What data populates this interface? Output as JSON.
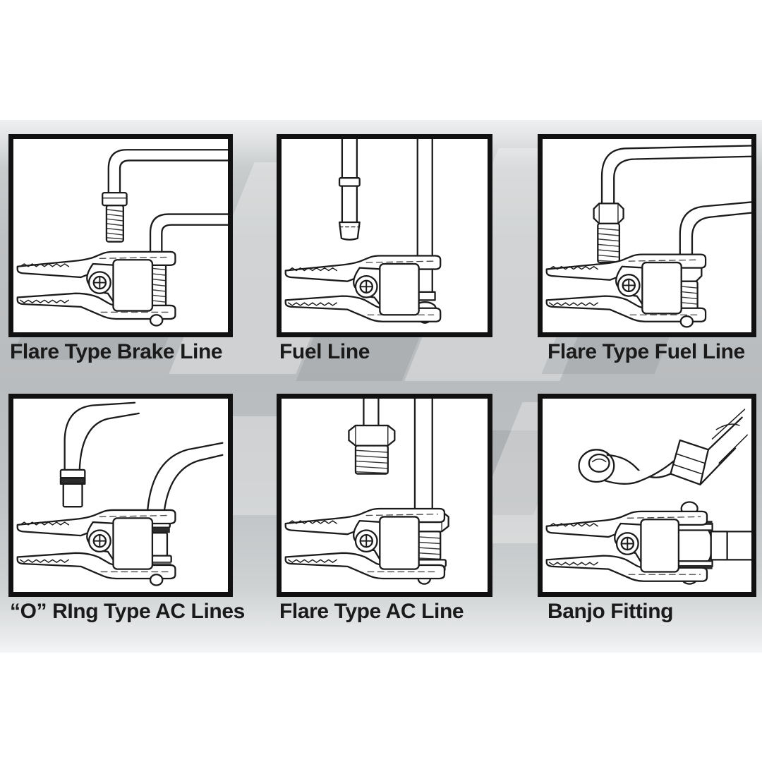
{
  "figure": {
    "kind": "technical-illustration-grid",
    "background_color": "#bcbfc1",
    "panel_border_color": "#111111",
    "panel_fill_color": "#ffffff",
    "caption_color": "#1a1a1a",
    "columns": 3,
    "rows": 2
  },
  "panels": [
    {
      "id": "flare-type-brake-line",
      "caption": "Flare Type Brake Line",
      "row": 0,
      "column": 0,
      "contents": {
        "tool": "locking-pliers-clamp",
        "fitting": "flare nut with threaded shank",
        "line_count": 2,
        "line_shape": "bent 90 degree tube"
      }
    },
    {
      "id": "fuel-line",
      "caption": "Fuel Line",
      "row": 0,
      "column": 1,
      "contents": {
        "tool": "locking-pliers-clamp",
        "fitting": "plain beaded tube end",
        "line_count": 2,
        "line_shape": "straight vertical tube"
      }
    },
    {
      "id": "flare-type-fuel-line",
      "caption": "Flare Type Fuel Line",
      "row": 0,
      "column": 2,
      "contents": {
        "tool": "locking-pliers-clamp",
        "fitting": "hex flare nut with threaded shank",
        "line_count": 2,
        "line_shape": "bent 90 degree tube"
      }
    },
    {
      "id": "o-ring-type-ac-lines",
      "caption": "“O” RIng Type AC Lines",
      "row": 1,
      "column": 0,
      "contents": {
        "tool": "locking-pliers-clamp",
        "fitting": "o-ring sealed coupling",
        "line_count": 2,
        "line_shape": "curved tube"
      }
    },
    {
      "id": "flare-type-ac-line",
      "caption": "Flare Type AC Line",
      "row": 1,
      "column": 1,
      "contents": {
        "tool": "locking-pliers-clamp",
        "fitting": "large hex nut with threaded shank",
        "line_count": 2,
        "line_shape": "straight vertical tube"
      }
    },
    {
      "id": "banjo-fitting",
      "caption": "Banjo Fitting",
      "row": 1,
      "column": 2,
      "contents": {
        "tool": "locking-pliers-clamp",
        "fitting": "banjo eye bolt fitting with crimped hose",
        "line_count": 1,
        "line_shape": "angled hose with eye ring"
      }
    }
  ]
}
